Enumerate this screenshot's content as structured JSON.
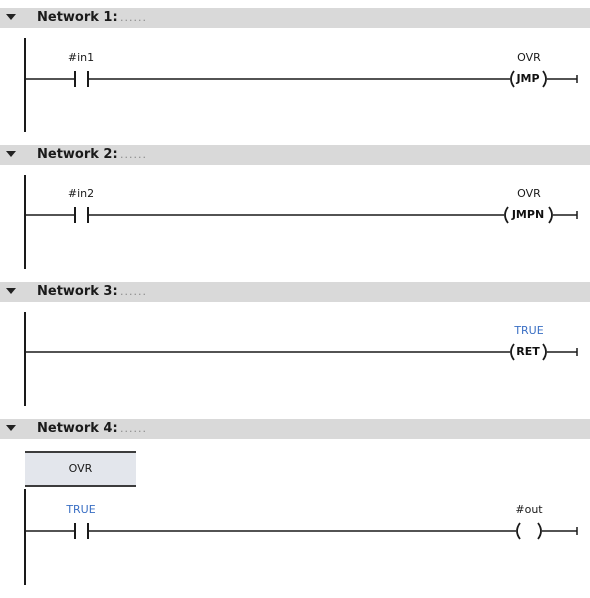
{
  "networks": [
    {
      "title": "Network 1:",
      "comment": "......",
      "contact": {
        "operand": "#in1"
      },
      "coil": {
        "operand": "OVR",
        "instruction": "JMP"
      }
    },
    {
      "title": "Network 2:",
      "comment": "......",
      "contact": {
        "operand": "#in2"
      },
      "coil": {
        "operand": "OVR",
        "instruction": "JMPN"
      }
    },
    {
      "title": "Network 3:",
      "comment": "......",
      "coil": {
        "operand": "TRUE",
        "instruction": "RET"
      }
    },
    {
      "title": "Network 4:",
      "comment": "......",
      "jump_label": "OVR",
      "contact": {
        "operand": "TRUE"
      },
      "coil": {
        "operand": "#out",
        "instruction": ""
      }
    }
  ],
  "colors": {
    "header_bg": "#d9d9d9",
    "rung": "#1a1a1a",
    "constant": "#3a6fc4",
    "label_bg": "#e3e6ec"
  }
}
